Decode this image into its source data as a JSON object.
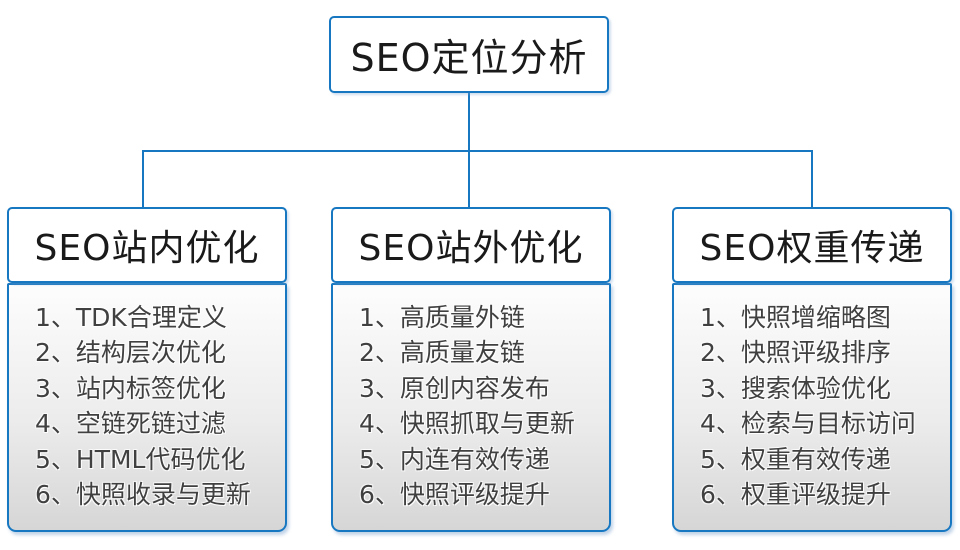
{
  "colors": {
    "accent": "#1777c0",
    "title_text": "#1a1a1a",
    "item_text": "#404040",
    "list_bg_top": "#fdfdfd",
    "list_bg_bottom": "#d6d6d6"
  },
  "root": {
    "title": "SEO定位分析"
  },
  "branches": [
    {
      "title": "SEO站内优化",
      "items": [
        "1、TDK合理定义",
        "2、结构层次优化",
        "3、站内标签优化",
        "4、空链死链过滤",
        "5、HTML代码优化",
        "6、快照收录与更新"
      ]
    },
    {
      "title": "SEO站外优化",
      "items": [
        "1、高质量外链",
        "2、高质量友链",
        "3、原创内容发布",
        "4、快照抓取与更新",
        "5、内连有效传递",
        "6、快照评级提升"
      ]
    },
    {
      "title": "SEO权重传递",
      "items": [
        "1、快照增缩略图",
        "2、快照评级排序",
        "3、搜索体验优化",
        "4、检索与目标访问",
        "5、权重有效传递",
        "6、权重评级提升"
      ]
    }
  ]
}
